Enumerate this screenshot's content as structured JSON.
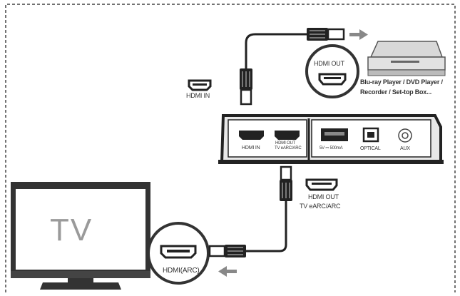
{
  "labels": {
    "tv": "TV",
    "hdmi_arc": "HDMI(ARC)",
    "hdmi_in_top": "HDMI IN",
    "hdmi_out_top": "HDMI OUT",
    "player_line1": "Blu-ray Player / DVD Player /",
    "player_line2": "Recorder / Set-top Box...",
    "hdmi_out_bottom_line1": "HDMI OUT",
    "hdmi_out_bottom_line2": "TV eARC/ARC",
    "panel_hdmi_in": "HDMI IN",
    "panel_hdmi_out": "HDMI OUT",
    "panel_hdmi_out_sub": "TV eARC/ARC",
    "panel_usb": "5V ⎓ 500mA",
    "panel_optical": "OPTICAL",
    "panel_aux": "AUX"
  },
  "icons": [
    "hdmi-port-icon",
    "optical-port-icon",
    "aux-port-icon",
    "hdmi-cable-icon",
    "arrow-right-icon",
    "arrow-left-icon"
  ]
}
